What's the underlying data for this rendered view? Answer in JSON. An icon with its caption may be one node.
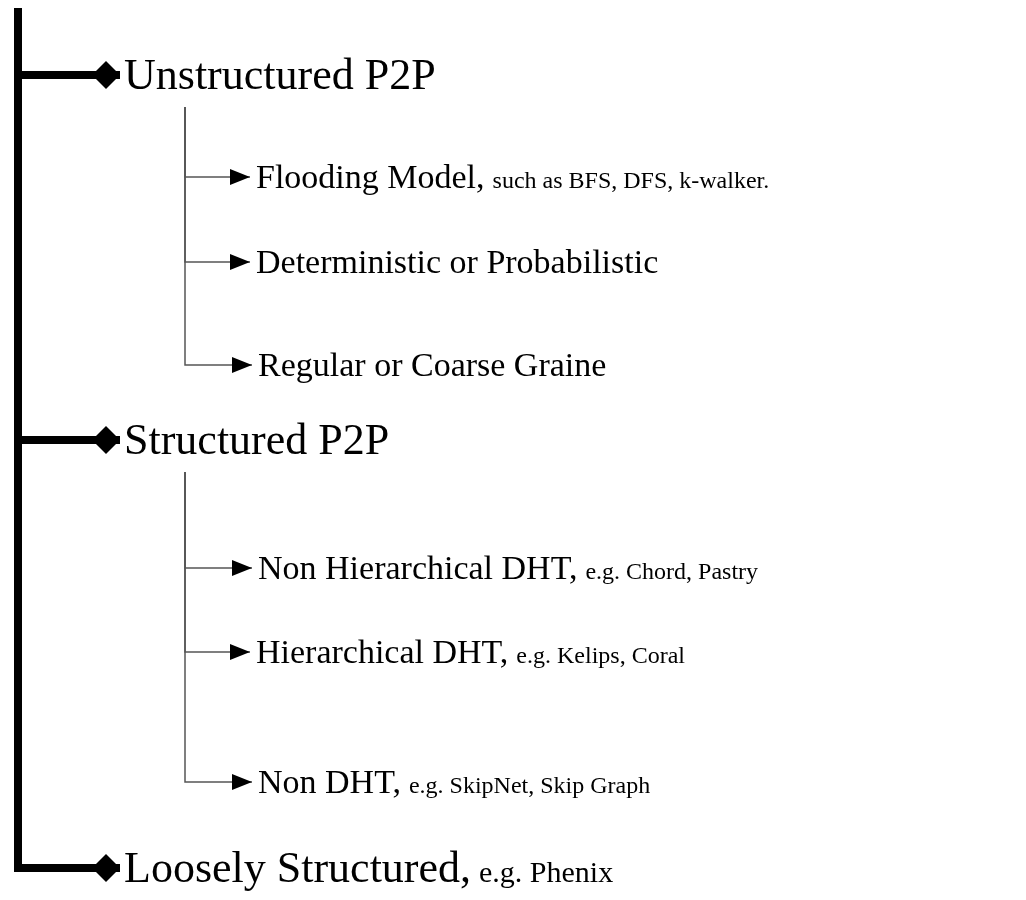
{
  "diagram": {
    "nodes": [
      {
        "text": [
          "Unstructured P2P"
        ]
      },
      {
        "text": [
          "Flooding Model,",
          "such as BFS, DFS, k-walker."
        ]
      },
      {
        "text": [
          "Deterministic or Probabilistic"
        ]
      },
      {
        "text": [
          "Regular or Coarse Graine"
        ]
      },
      {
        "text": [
          "Structured P2P"
        ]
      },
      {
        "text": [
          "Non Hierarchical DHT,",
          "e.g. Chord, Pastry"
        ]
      },
      {
        "text": [
          "Hierarchical DHT,",
          "e.g. Kelips, Coral"
        ]
      },
      {
        "text": [
          "Non DHT,",
          "e.g. SkipNet, Skip Graph"
        ]
      },
      {
        "text": [
          "Loosely Structured,",
          "e.g. Phenix"
        ]
      }
    ],
    "edges": [
      {
        "from": null,
        "to": 0,
        "arrow": "other",
        "style": "thick"
      },
      {
        "from": null,
        "to": 4,
        "arrow": "other",
        "style": "thick"
      },
      {
        "from": null,
        "to": 8,
        "arrow": "other",
        "style": "thick"
      },
      {
        "from": 0,
        "to": 1,
        "arrow": "to"
      },
      {
        "from": 0,
        "to": 2,
        "arrow": "to"
      },
      {
        "from": 0,
        "to": 3,
        "arrow": "to"
      },
      {
        "from": 4,
        "to": 5,
        "arrow": "to"
      },
      {
        "from": 4,
        "to": 6,
        "arrow": "to"
      },
      {
        "from": 4,
        "to": 7,
        "arrow": "to"
      }
    ]
  }
}
